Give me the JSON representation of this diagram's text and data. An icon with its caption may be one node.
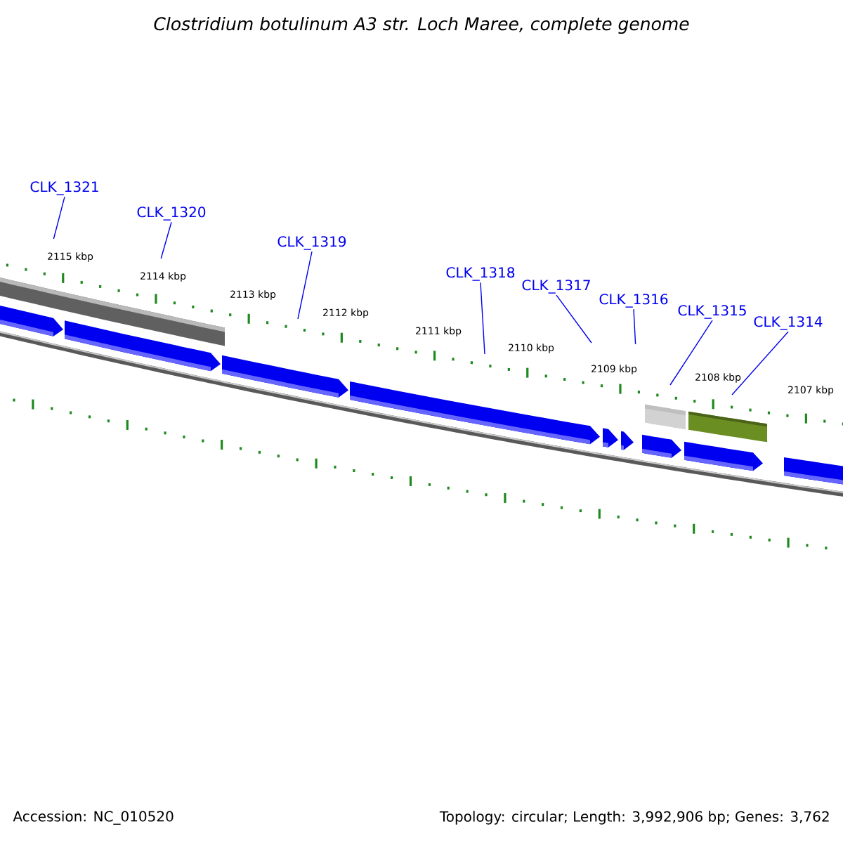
{
  "diagram": {
    "title": "Clostridium botulinum A3 str. Loch Maree, complete genome",
    "nodes": [
      {
        "text": [
          "CLK_1321"
        ]
      },
      {
        "text": [
          "CLK_1320"
        ]
      },
      {
        "text": [
          "CLK_1319"
        ]
      },
      {
        "text": [
          "CLK_1318"
        ]
      },
      {
        "text": [
          "CLK_1317"
        ]
      },
      {
        "text": [
          "CLK_1316"
        ]
      },
      {
        "text": [
          "CLK_1315"
        ]
      },
      {
        "text": [
          "CLK_1314"
        ]
      }
    ],
    "edges": [
      {
        "from": 0,
        "to": null,
        "arrow": "none"
      },
      {
        "from": 1,
        "to": null,
        "arrow": "none"
      },
      {
        "from": 2,
        "to": null,
        "arrow": "none"
      },
      {
        "from": 3,
        "to": null,
        "arrow": "none"
      },
      {
        "from": 4,
        "to": null,
        "arrow": "none"
      },
      {
        "from": 5,
        "to": null,
        "arrow": "none"
      },
      {
        "from": 6,
        "to": null,
        "arrow": "none"
      },
      {
        "from": 7,
        "to": null,
        "arrow": "none"
      }
    ],
    "labels": [
      "2115 kbp",
      "2114 kbp",
      "2113 kbp",
      "2112 kbp",
      "2111 kbp",
      "2110 kbp",
      "2109 kbp",
      "2108 kbp",
      "2107 kbp",
      "Accession: NC_010520",
      "Topology: circular; Length: 3,992,906 bp; Genes: 3,762"
    ]
  }
}
